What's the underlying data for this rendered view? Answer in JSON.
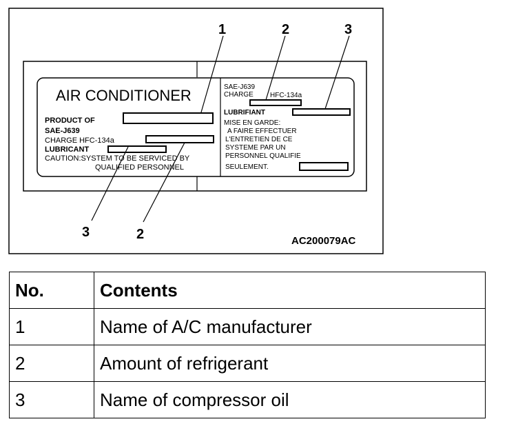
{
  "figure": {
    "label_en": {
      "title": "AIR CONDITIONER",
      "product_of": "PRODUCT   OF",
      "sae": "SAE-J639",
      "charge": "CHARGE   HFC-134a",
      "lubricant": "LUBRICANT",
      "caution_line1": "CAUTION:SYSTEM TO BE SERVICED BY",
      "caution_line2": "QUALIFIED PERSONNEL"
    },
    "label_fr": {
      "sae": "SAE-J639",
      "charge": "CHARGE",
      "charge_value": "HFC-134a",
      "lubrifiant": "LUBRIFIANT",
      "mise_line1": "MISE EN GARDE:",
      "mise_line2": "A FAIRE EFFECTUER",
      "mise_line3": "L'ENTRETIEN DE CE",
      "mise_line4": "SYSTEME PAR UN",
      "mise_line5": "PERSONNEL QUALIFIE",
      "mise_line6": "SEULEMENT."
    },
    "callouts": {
      "top_1": "1",
      "top_2": "2",
      "top_3": "3",
      "bottom_3": "3",
      "bottom_2": "2"
    },
    "figure_code": "AC200079AC"
  },
  "table": {
    "headers": [
      "No.",
      "Contents"
    ],
    "rows": [
      [
        "1",
        "Name of A/C manufacturer"
      ],
      [
        "2",
        "Amount of refrigerant"
      ],
      [
        "3",
        "Name of compressor oil"
      ]
    ]
  }
}
